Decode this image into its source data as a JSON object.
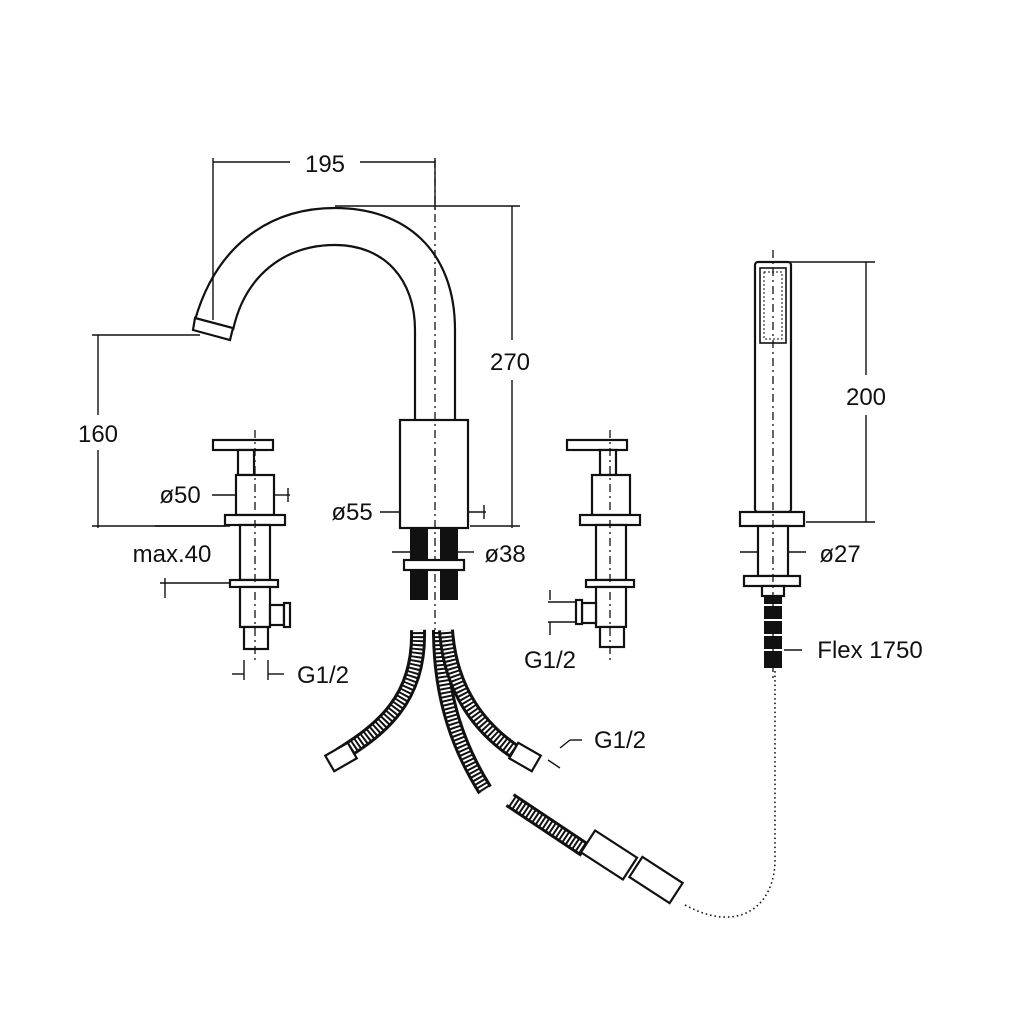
{
  "dimensions": {
    "spout_reach": "195",
    "spout_height": "270",
    "outlet_height": "160",
    "handle_diameter": "ø50",
    "spout_base_diameter": "ø55",
    "max_deck": "max.40",
    "shank_diameter": "ø38",
    "left_thread": "G1/2",
    "right_thread": "G1/2",
    "hose_thread": "G1/2",
    "handshower_length": "200",
    "handshower_diameter": "ø27",
    "flex_hose": "Flex 1750"
  }
}
